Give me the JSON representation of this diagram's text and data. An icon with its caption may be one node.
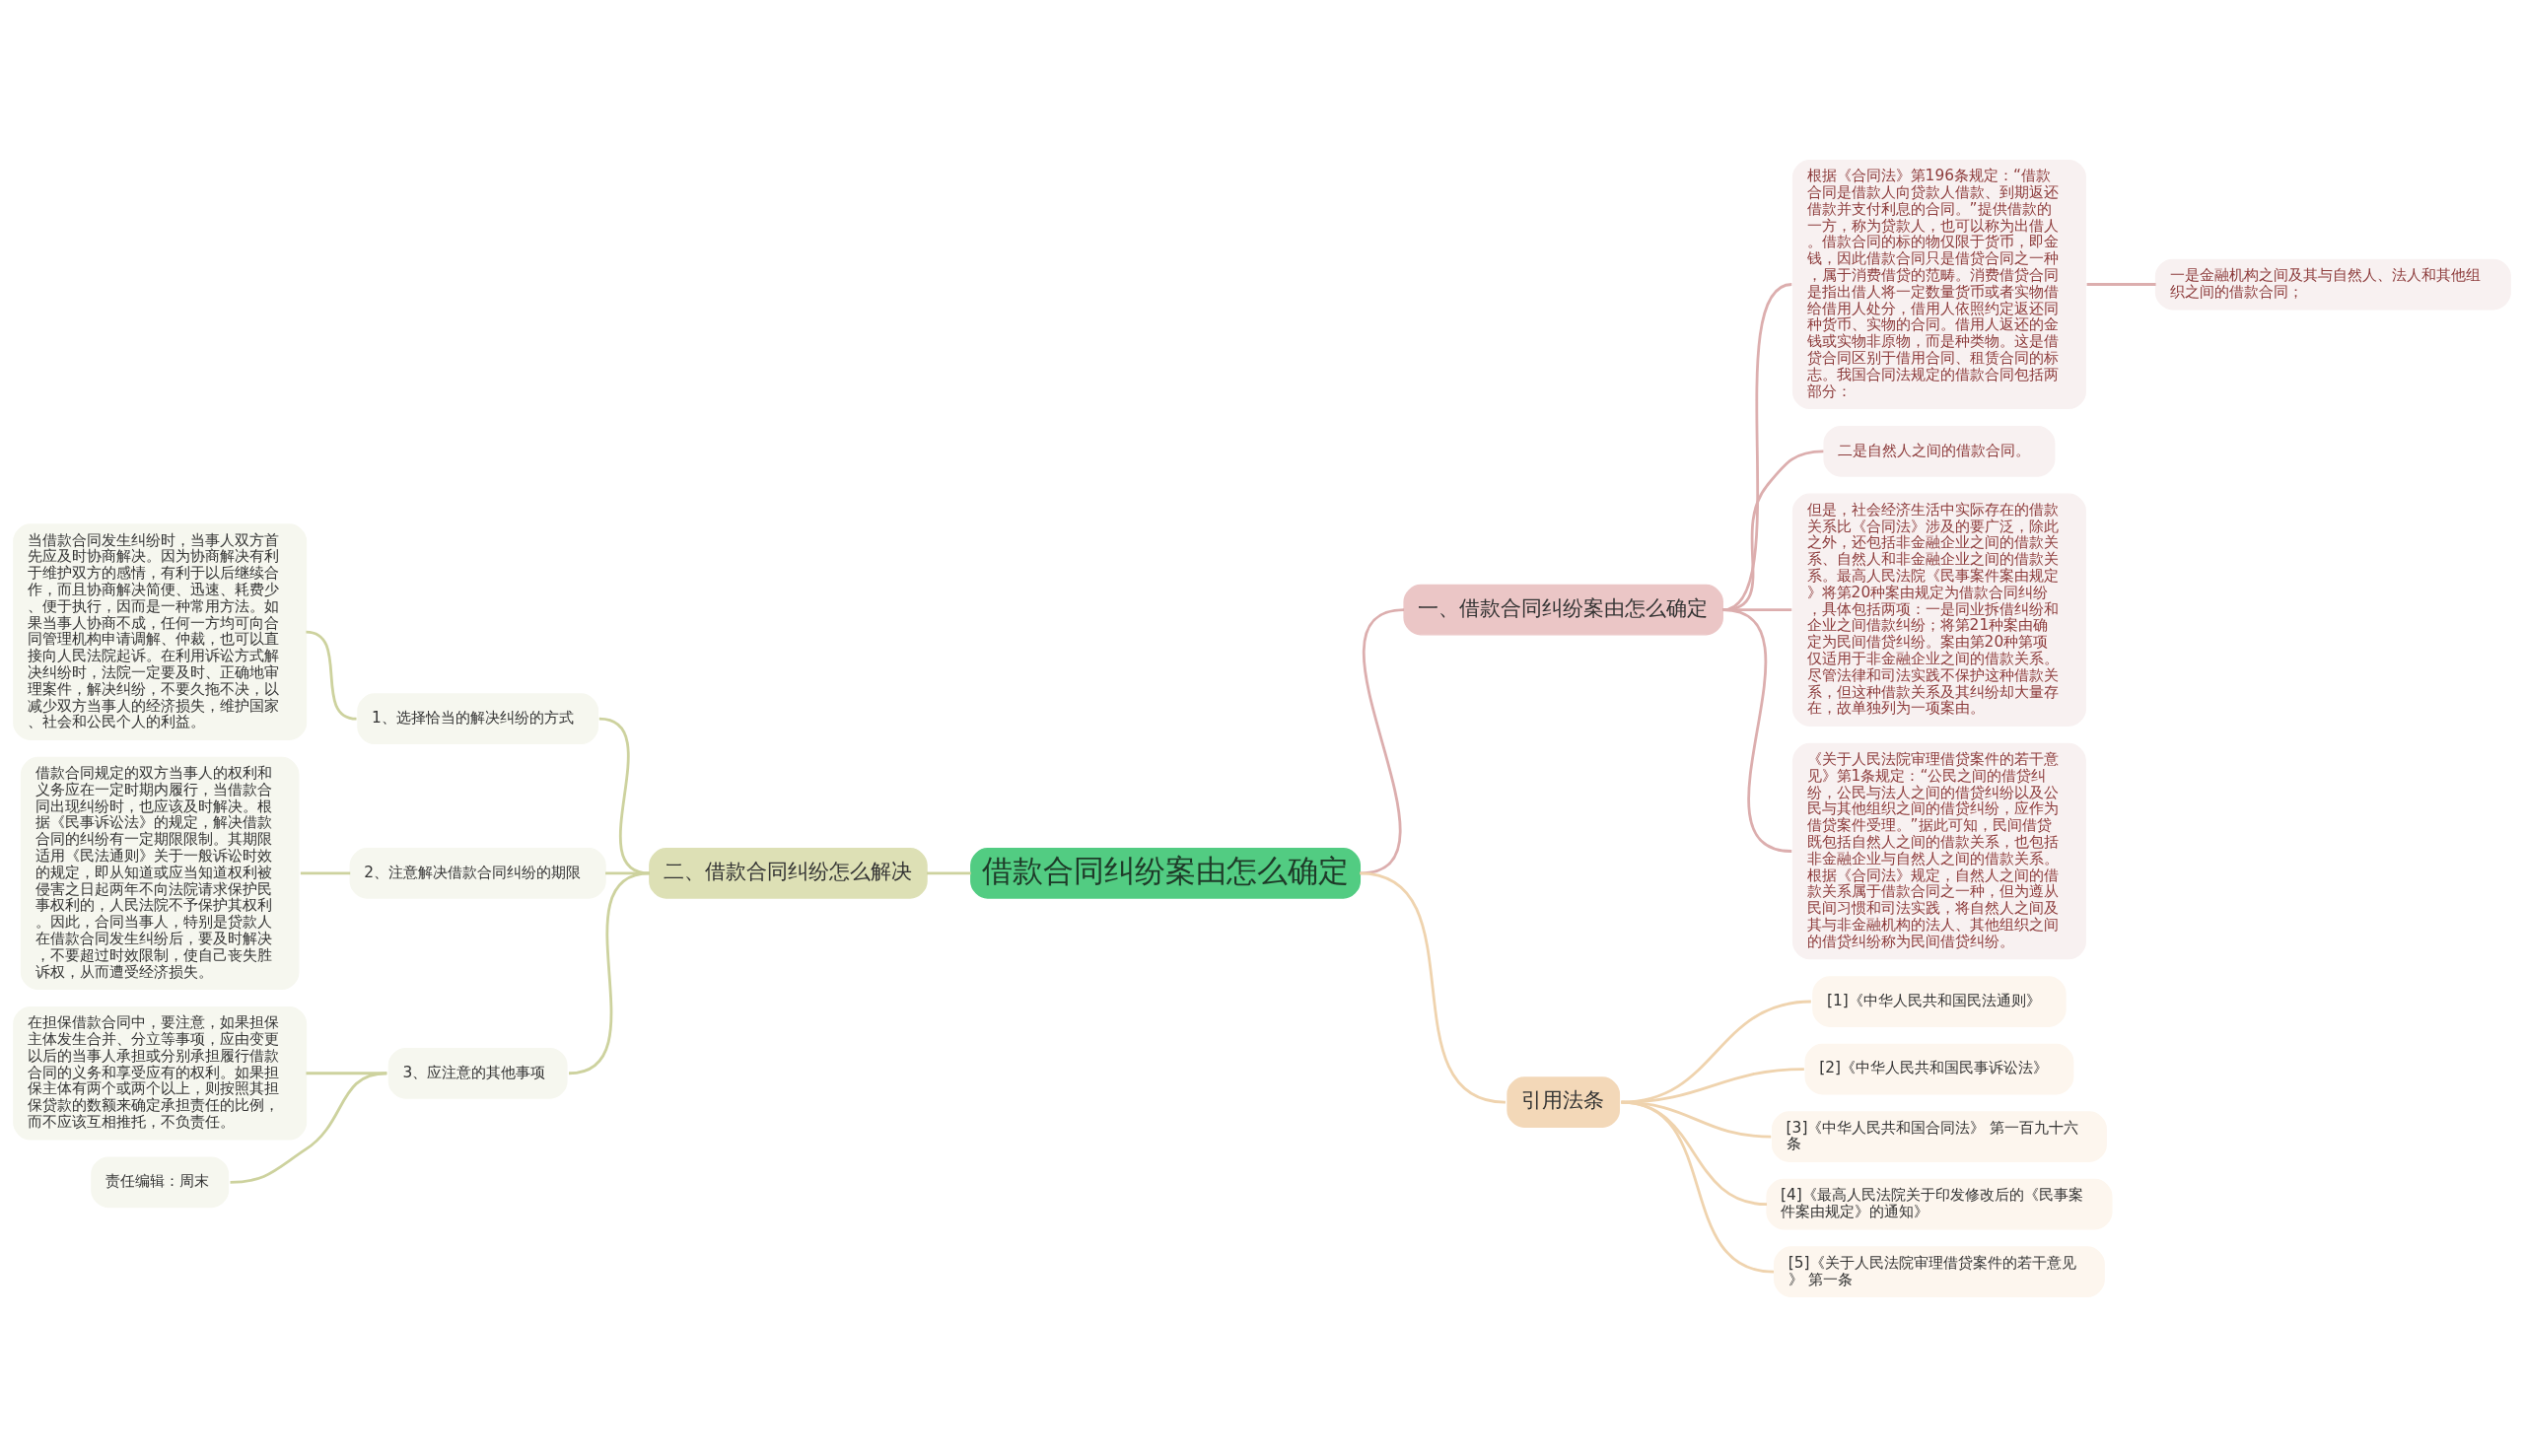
{
  "diagram": {
    "nodes": [
      {
        "text": [
          "借款合同纠纷案由怎么确定"
        ]
      },
      {
        "text": [
          "一、借款合同纠纷案由怎么确定"
        ]
      },
      {
        "text": [
          "根据《合同法》第196条规定：“借款合同是借款人向贷款人借款、到期返还借款并支付利息的合同。”提供借款的一方，称为贷款人，也可以称为出借人。借款合同的标的物仅限于货币，即金钱，因此借款合同只是借贷合同之一种，属于消费借贷的范畴。消费借贷合同是指出借人将一定数量货币或者实物借给借用人处分，借用人依照约定返还同种货币、实物的合同。借用人返还的金钱或实物非原物，而是种类物。这是借贷合同区别于借用合同、租赁合同的标志。我国合同法规定的借款合同包括两部分："
        ]
      },
      {
        "text": [
          "一是金融机构之间及其与自然人、法人和其他组织之间的借款合同；"
        ]
      },
      {
        "text": [
          "二是自然人之间的借款合同。"
        ]
      },
      {
        "text": [
          "但是，社会经济生活中实际存在的借款关系比《合同法》涉及的要广泛，除此之外，还包括非金融企业之间的借款关系、自然人和非金融企业之间的借款关系。最高人民法院《民事案件案由规定》将第20种案由规定为借款合同纠纷，具体包括两项：一是同业拆借纠纷和企业之间借款纠纷；将第21种案由确定为民间借贷纠纷。案由第20种第项仅适用于非金融企业之间的借款关系。尽管法律和司法实践不保护这种借款关系，但这种借款关系及其纠纷却大量存在，故单独列为一项案由。"
        ]
      },
      {
        "text": [
          "《关于人民法院审理借贷案件的若干意见》第1条规定：“公民之间的借贷纠纷，公民与法人之间的借贷纠纷以及公民与其他组织之间的借贷纠纷，应作为借贷案件受理。”据此可知，民间借贷既包括自然人之间的借款关系，也包括非金融企业与自然人之间的借款关系。根据《合同法》规定，自然人之间的借款关系属于借款合同之一种，但为遵从民间习惯和司法实践，将自然人之间及其与非金融机构的法人、其他组织之间的借贷纠纷称为民间借贷纠纷。"
        ]
      },
      {
        "text": [
          "二、借款合同纠纷怎么解决"
        ]
      },
      {
        "text": [
          "1、选择恰当的解决纠纷的方式"
        ]
      },
      {
        "text": [
          "当借款合同发生纠纷时，当事人双方首先应及时协商解决。因为协商解决有利于维护双方的感情，有利于以后继续合作，而且协商解决简便、迅速、耗费少、便于执行，因而是一种常用方法。如果当事人协商不成，任何一方均可向合同管理机构申请调解、仲裁，也可以直接向人民法院起诉。在利用诉讼方式解决纠纷时，法院一定要及时、正确地审理案件，解决纠纷，不要久拖不决，以减少双方当事人的经济损失，维护国家、社会和公民个人的利益。"
        ]
      },
      {
        "text": [
          "2、注意解决借款合同纠纷的期限"
        ]
      },
      {
        "text": [
          "借款合同规定的双方当事人的权利和义务应在一定时期内履行，当借款合同出现纠纷时，也应该及时解决。根据《民事诉讼法》的规定，解决借款合同的纠纷有一定期限限制。其期限适用《民法通则》关于一般诉讼时效的规定，即从知道或应当知道权利被侵害之日起两年不向法院请求保护民事权利的，人民法院不予保护其权利。因此，合同当事人，特别是贷款人在借款合同发生纠纷后，要及时解决，不要超过时效限制，使自己丧失胜诉权，从而遭受经济损失。"
        ]
      },
      {
        "text": [
          "3、应注意的其他事项"
        ]
      },
      {
        "text": [
          "在担保借款合同中，要注意，如果担保主体发生合并、分立等事项，应由变更以后的当事人承担或分别承担履行借款合同的义务和享受应有的权利。如果担保主体有两个或两个以上，则按照其担保贷款的数额来确定承担责任的比例，而不应该互相推托，不负责任。"
        ]
      },
      {
        "text": [
          "责任编辑：周末"
        ]
      },
      {
        "text": [
          "引用法条"
        ]
      },
      {
        "text": [
          "[1]《中华人民共和国民法通则》"
        ]
      },
      {
        "text": [
          "[2]《中华人民共和国民事诉讼法》"
        ]
      },
      {
        "text": [
          "[3]《中华人民共和国合同法》 第一百九十六条"
        ]
      },
      {
        "text": [
          "[4]《最高人民法院关于印发修改后的《民事案件案由规定》的通知》"
        ]
      },
      {
        "text": [
          "[5]《关于人民法院审理借贷案件的若干意见》 第一条"
        ]
      }
    ],
    "edges": [
      {
        "from": 0,
        "to": 1,
        "arrow": "none",
        "color": "#dcaeae"
      },
      {
        "from": 1,
        "to": 2,
        "arrow": "none",
        "color": "#dcaeae"
      },
      {
        "from": 2,
        "to": 3,
        "arrow": "none",
        "color": "#dcaeae"
      },
      {
        "from": 1,
        "to": 4,
        "arrow": "none",
        "color": "#dcaeae"
      },
      {
        "from": 1,
        "to": 5,
        "arrow": "none",
        "color": "#dcaeae"
      },
      {
        "from": 1,
        "to": 6,
        "arrow": "none",
        "color": "#dcaeae"
      },
      {
        "from": 7,
        "to": 0,
        "arrow": "none"
      },
      {
        "from": 8,
        "to": 7,
        "arrow": "none"
      },
      {
        "from": 9,
        "to": 8,
        "arrow": "none"
      },
      {
        "from": 10,
        "to": 7,
        "arrow": "none"
      },
      {
        "from": 11,
        "to": 10,
        "arrow": "none"
      },
      {
        "from": 12,
        "to": 7,
        "arrow": "none"
      },
      {
        "from": 13,
        "to": 12,
        "arrow": "none"
      },
      {
        "from": 14,
        "to": 12,
        "arrow": "none"
      },
      {
        "from": 0,
        "to": 15,
        "arrow": "none",
        "color": "#efd3ae"
      },
      {
        "from": 15,
        "to": 16,
        "arrow": "none",
        "color": "#efd3ae"
      },
      {
        "from": 15,
        "to": 17,
        "arrow": "none",
        "color": "#efd3ae"
      },
      {
        "from": 15,
        "to": 18,
        "arrow": "none",
        "color": "#efd3ae"
      },
      {
        "from": 15,
        "to": 19,
        "arrow": "none",
        "color": "#efd3ae"
      },
      {
        "from": 15,
        "to": 20,
        "arrow": "none",
        "color": "#efd3ae"
      }
    ]
  }
}
